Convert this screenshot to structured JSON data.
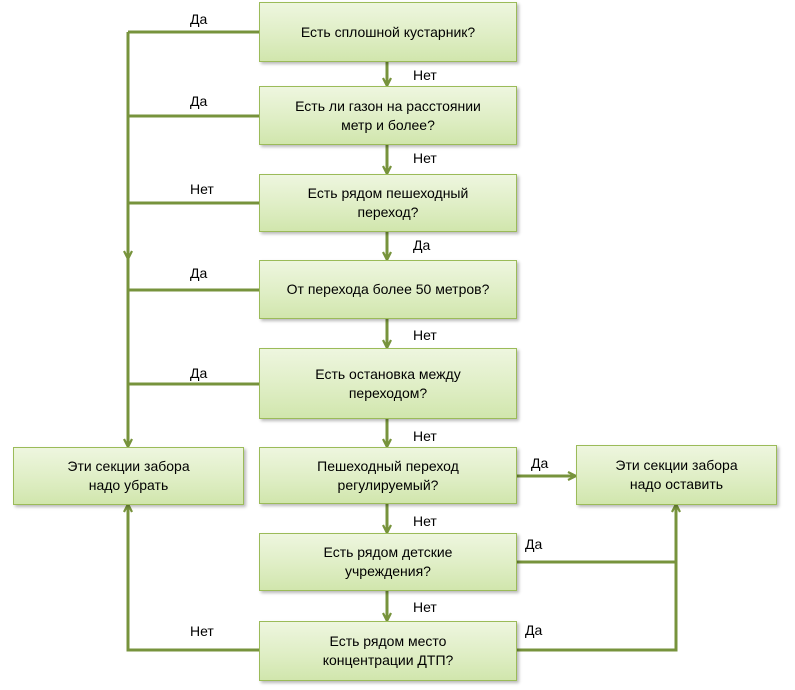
{
  "decisions": {
    "q1": "Есть  сплошной кустарник?",
    "q2": "Есть ли газон на расстоянии\nметр и более?",
    "q3": "Есть рядом пешеходный\nпереход?",
    "q4": "От перехода более 50 метров?",
    "q5": "Есть остановка между\nпереходом?",
    "q6": "Пешеходный переход\nрегулируемый?",
    "q7": "Есть рядом детские\nучреждения?",
    "q8": "Есть рядом место\nконцентрации ДТП?"
  },
  "outcomes": {
    "remove": "Эти секции забора\nнадо убрать",
    "keep": "Эти секции забора\nнадо оставить"
  },
  "edge_labels": {
    "q1_left": "Да",
    "q1_down": "Нет",
    "q2_left": "Да",
    "q2_down": "Нет",
    "q3_left": "Нет",
    "q3_down": "Да",
    "q4_left": "Да",
    "q4_down": "Нет",
    "q5_left": "Да",
    "q5_down": "Нет",
    "q6_right": "Да",
    "q6_down": "Нет",
    "q7_right": "Да",
    "q7_down": "Нет",
    "q8_left": "Нет",
    "q8_right": "Да"
  },
  "colors": {
    "line": "#77933c",
    "box_border": "#9bbb59",
    "box_fill": "#dfeec5"
  }
}
